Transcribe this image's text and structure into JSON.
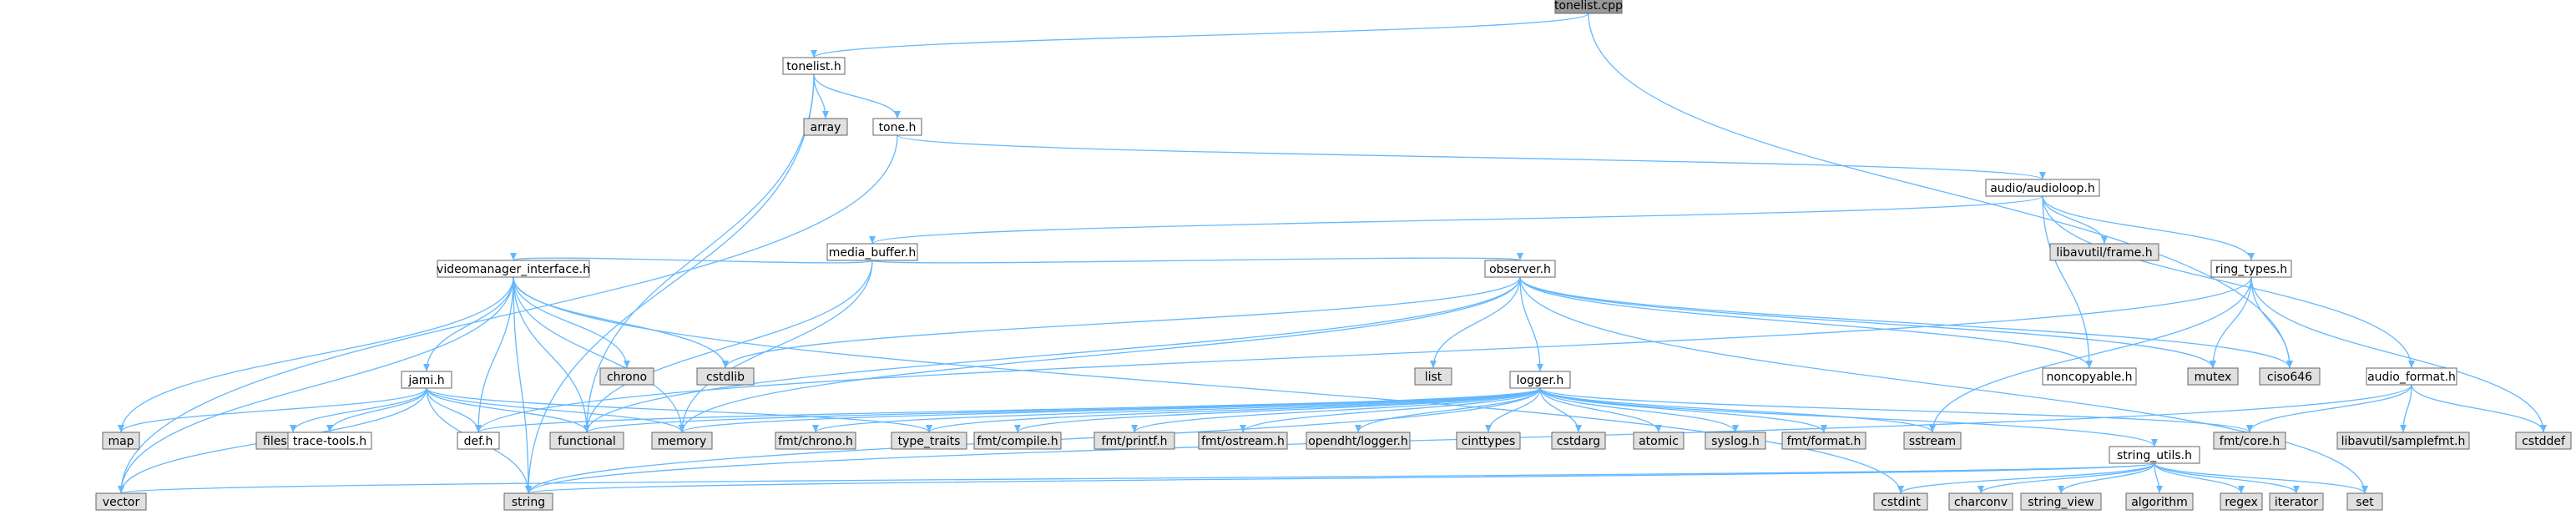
{
  "colors": {
    "root_fill": "#999999",
    "header_fill": "#ffffff",
    "system_fill": "#e0e0e0",
    "border": "#666666",
    "edge": "#63b8ff"
  },
  "nodes": [
    {
      "id": "tonelist_cpp",
      "label": "tonelist.cpp",
      "kind": "root"
    },
    {
      "id": "tonelist_h",
      "label": "tonelist.h",
      "kind": "header"
    },
    {
      "id": "array",
      "label": "array",
      "kind": "system"
    },
    {
      "id": "tone_h",
      "label": "tone.h",
      "kind": "header"
    },
    {
      "id": "audioloop_h",
      "label": "audio/audioloop.h",
      "kind": "header"
    },
    {
      "id": "libavutil_frame_h",
      "label": "libavutil/frame.h",
      "kind": "system"
    },
    {
      "id": "media_buffer_h",
      "label": "media_buffer.h",
      "kind": "header"
    },
    {
      "id": "ring_types_h",
      "label": "ring_types.h",
      "kind": "header"
    },
    {
      "id": "videomanager_interface_h",
      "label": "videomanager_interface.h",
      "kind": "header"
    },
    {
      "id": "observer_h",
      "label": "observer.h",
      "kind": "header"
    },
    {
      "id": "chrono",
      "label": "chrono",
      "kind": "system"
    },
    {
      "id": "cstdlib",
      "label": "cstdlib",
      "kind": "system"
    },
    {
      "id": "list",
      "label": "list",
      "kind": "system"
    },
    {
      "id": "noncopyable_h",
      "label": "noncopyable.h",
      "kind": "header"
    },
    {
      "id": "mutex",
      "label": "mutex",
      "kind": "system"
    },
    {
      "id": "ciso646",
      "label": "ciso646",
      "kind": "system"
    },
    {
      "id": "audio_format_h",
      "label": "audio_format.h",
      "kind": "header"
    },
    {
      "id": "jami_h",
      "label": "jami.h",
      "kind": "header"
    },
    {
      "id": "logger_h",
      "label": "logger.h",
      "kind": "header"
    },
    {
      "id": "map",
      "label": "map",
      "kind": "system"
    },
    {
      "id": "filesystem",
      "label": "filesystem",
      "kind": "system"
    },
    {
      "id": "trace_tools_h",
      "label": "trace-tools.h",
      "kind": "header"
    },
    {
      "id": "def_h",
      "label": "def.h",
      "kind": "header"
    },
    {
      "id": "functional",
      "label": "functional",
      "kind": "system"
    },
    {
      "id": "memory",
      "label": "memory",
      "kind": "system"
    },
    {
      "id": "fmt_chrono_h",
      "label": "fmt/chrono.h",
      "kind": "system"
    },
    {
      "id": "type_traits",
      "label": "type_traits",
      "kind": "system"
    },
    {
      "id": "fmt_compile_h",
      "label": "fmt/compile.h",
      "kind": "system"
    },
    {
      "id": "fmt_printf_h",
      "label": "fmt/printf.h",
      "kind": "system"
    },
    {
      "id": "fmt_ostream_h",
      "label": "fmt/ostream.h",
      "kind": "system"
    },
    {
      "id": "opendht_logger_h",
      "label": "opendht/logger.h",
      "kind": "system"
    },
    {
      "id": "cinttypes",
      "label": "cinttypes",
      "kind": "system"
    },
    {
      "id": "cstdarg",
      "label": "cstdarg",
      "kind": "system"
    },
    {
      "id": "atomic",
      "label": "atomic",
      "kind": "system"
    },
    {
      "id": "syslog_h",
      "label": "syslog.h",
      "kind": "system"
    },
    {
      "id": "fmt_format_h",
      "label": "fmt/format.h",
      "kind": "system"
    },
    {
      "id": "sstream",
      "label": "sstream",
      "kind": "system"
    },
    {
      "id": "fmt_core_h",
      "label": "fmt/core.h",
      "kind": "system"
    },
    {
      "id": "libavutil_samplefmt_h",
      "label": "libavutil/samplefmt.h",
      "kind": "system"
    },
    {
      "id": "cstddef",
      "label": "cstddef",
      "kind": "system"
    },
    {
      "id": "string_utils_h",
      "label": "string_utils.h",
      "kind": "header"
    },
    {
      "id": "vector",
      "label": "vector",
      "kind": "system"
    },
    {
      "id": "string",
      "label": "string",
      "kind": "system"
    },
    {
      "id": "cstdint",
      "label": "cstdint",
      "kind": "system"
    },
    {
      "id": "charconv",
      "label": "charconv",
      "kind": "system"
    },
    {
      "id": "string_view",
      "label": "string_view",
      "kind": "system"
    },
    {
      "id": "algorithm",
      "label": "algorithm",
      "kind": "system"
    },
    {
      "id": "regex",
      "label": "regex",
      "kind": "system"
    },
    {
      "id": "iterator",
      "label": "iterator",
      "kind": "system"
    },
    {
      "id": "set",
      "label": "set",
      "kind": "system"
    }
  ],
  "edges": [
    [
      "tonelist_cpp",
      "tonelist_h"
    ],
    [
      "tonelist_cpp",
      "ciso646"
    ],
    [
      "tonelist_h",
      "array"
    ],
    [
      "tonelist_h",
      "tone_h"
    ],
    [
      "tonelist_h",
      "string"
    ],
    [
      "tonelist_h",
      "functional"
    ],
    [
      "tone_h",
      "audioloop_h"
    ],
    [
      "tone_h",
      "vector"
    ],
    [
      "audioloop_h",
      "libavutil_frame_h"
    ],
    [
      "audioloop_h",
      "media_buffer_h"
    ],
    [
      "audioloop_h",
      "ring_types_h"
    ],
    [
      "audioloop_h",
      "audio_format_h"
    ],
    [
      "audioloop_h",
      "noncopyable_h"
    ],
    [
      "media_buffer_h",
      "videomanager_interface_h"
    ],
    [
      "media_buffer_h",
      "observer_h"
    ],
    [
      "media_buffer_h",
      "memory"
    ],
    [
      "media_buffer_h",
      "functional"
    ],
    [
      "ring_types_h",
      "mutex"
    ],
    [
      "ring_types_h",
      "ciso646"
    ],
    [
      "ring_types_h",
      "cstddef"
    ],
    [
      "ring_types_h",
      "def_h"
    ],
    [
      "ring_types_h",
      "sstream"
    ],
    [
      "videomanager_interface_h",
      "chrono"
    ],
    [
      "videomanager_interface_h",
      "cstdlib"
    ],
    [
      "videomanager_interface_h",
      "jami_h"
    ],
    [
      "videomanager_interface_h",
      "def_h"
    ],
    [
      "videomanager_interface_h",
      "functional"
    ],
    [
      "videomanager_interface_h",
      "memory"
    ],
    [
      "videomanager_interface_h",
      "map"
    ],
    [
      "videomanager_interface_h",
      "vector"
    ],
    [
      "videomanager_interface_h",
      "string"
    ],
    [
      "videomanager_interface_h",
      "cstdint"
    ],
    [
      "observer_h",
      "cstdlib"
    ],
    [
      "observer_h",
      "list"
    ],
    [
      "observer_h",
      "logger_h"
    ],
    [
      "observer_h",
      "noncopyable_h"
    ],
    [
      "observer_h",
      "mutex"
    ],
    [
      "observer_h",
      "ciso646"
    ],
    [
      "observer_h",
      "functional"
    ],
    [
      "observer_h",
      "memory"
    ],
    [
      "observer_h",
      "set"
    ],
    [
      "jami_h",
      "map"
    ],
    [
      "jami_h",
      "filesystem"
    ],
    [
      "jami_h",
      "trace_tools_h"
    ],
    [
      "jami_h",
      "def_h"
    ],
    [
      "jami_h",
      "functional"
    ],
    [
      "jami_h",
      "memory"
    ],
    [
      "jami_h",
      "type_traits"
    ],
    [
      "jami_h",
      "vector"
    ],
    [
      "jami_h",
      "string"
    ],
    [
      "logger_h",
      "def_h"
    ],
    [
      "logger_h",
      "memory"
    ],
    [
      "logger_h",
      "functional"
    ],
    [
      "logger_h",
      "fmt_chrono_h"
    ],
    [
      "logger_h",
      "type_traits"
    ],
    [
      "logger_h",
      "fmt_compile_h"
    ],
    [
      "logger_h",
      "fmt_printf_h"
    ],
    [
      "logger_h",
      "fmt_ostream_h"
    ],
    [
      "logger_h",
      "opendht_logger_h"
    ],
    [
      "logger_h",
      "cinttypes"
    ],
    [
      "logger_h",
      "cstdarg"
    ],
    [
      "logger_h",
      "atomic"
    ],
    [
      "logger_h",
      "syslog_h"
    ],
    [
      "logger_h",
      "fmt_format_h"
    ],
    [
      "logger_h",
      "sstream"
    ],
    [
      "logger_h",
      "fmt_core_h"
    ],
    [
      "logger_h",
      "string_utils_h"
    ],
    [
      "logger_h",
      "string"
    ],
    [
      "audio_format_h",
      "fmt_core_h"
    ],
    [
      "audio_format_h",
      "libavutil_samplefmt_h"
    ],
    [
      "audio_format_h",
      "cstddef"
    ],
    [
      "audio_format_h",
      "string"
    ],
    [
      "string_utils_h",
      "vector"
    ],
    [
      "string_utils_h",
      "string"
    ],
    [
      "string_utils_h",
      "cstdint"
    ],
    [
      "string_utils_h",
      "charconv"
    ],
    [
      "string_utils_h",
      "string_view"
    ],
    [
      "string_utils_h",
      "algorithm"
    ],
    [
      "string_utils_h",
      "regex"
    ],
    [
      "string_utils_h",
      "iterator"
    ],
    [
      "string_utils_h",
      "set"
    ]
  ]
}
